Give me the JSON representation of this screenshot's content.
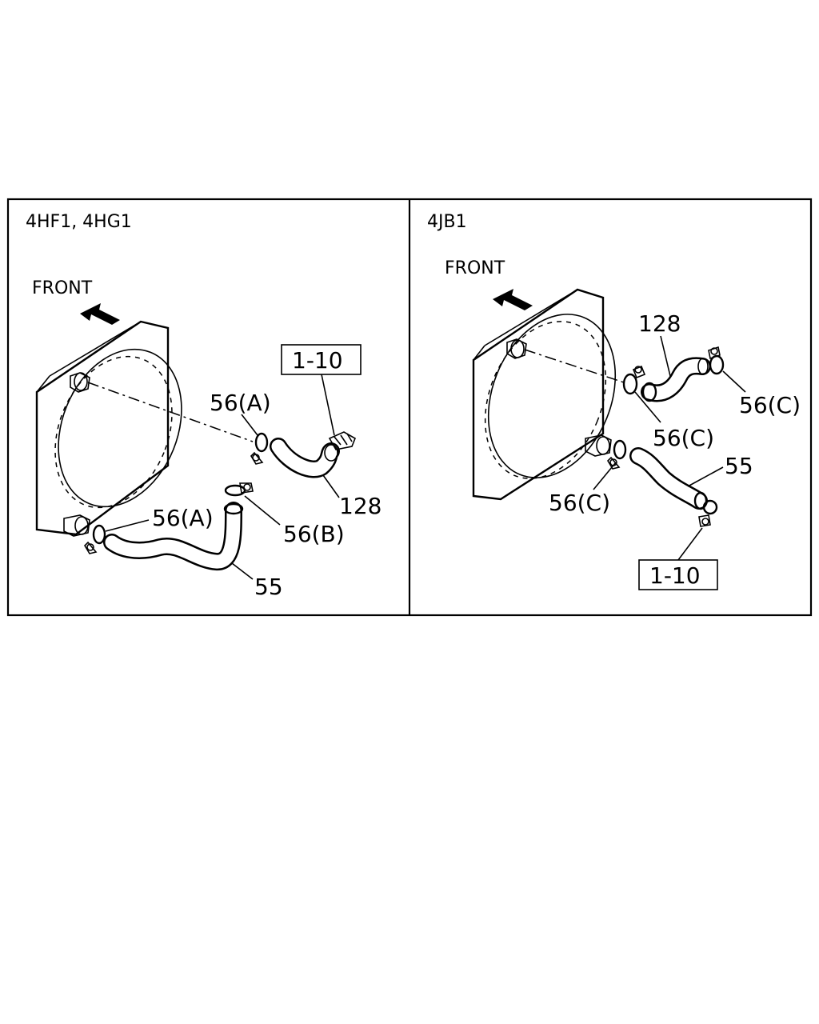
{
  "panels": {
    "left": {
      "variant": "4HF1, 4HG1",
      "front_label": "FRONT",
      "callouts": {
        "ref_box": "1-10",
        "upper_clamp": "56(A)",
        "upper_hose": "128",
        "lower_clamp_a": "56(A)",
        "lower_clamp_b": "56(B)",
        "lower_hose": "55"
      }
    },
    "right": {
      "variant": "4JB1",
      "front_label": "FRONT",
      "callouts": {
        "upper_hose": "128",
        "upper_clamp_outer": "56(C)",
        "upper_clamp_inner": "56(C)",
        "lower_hose": "55",
        "lower_clamp": "56(C)",
        "ref_box": "1-10"
      }
    }
  }
}
